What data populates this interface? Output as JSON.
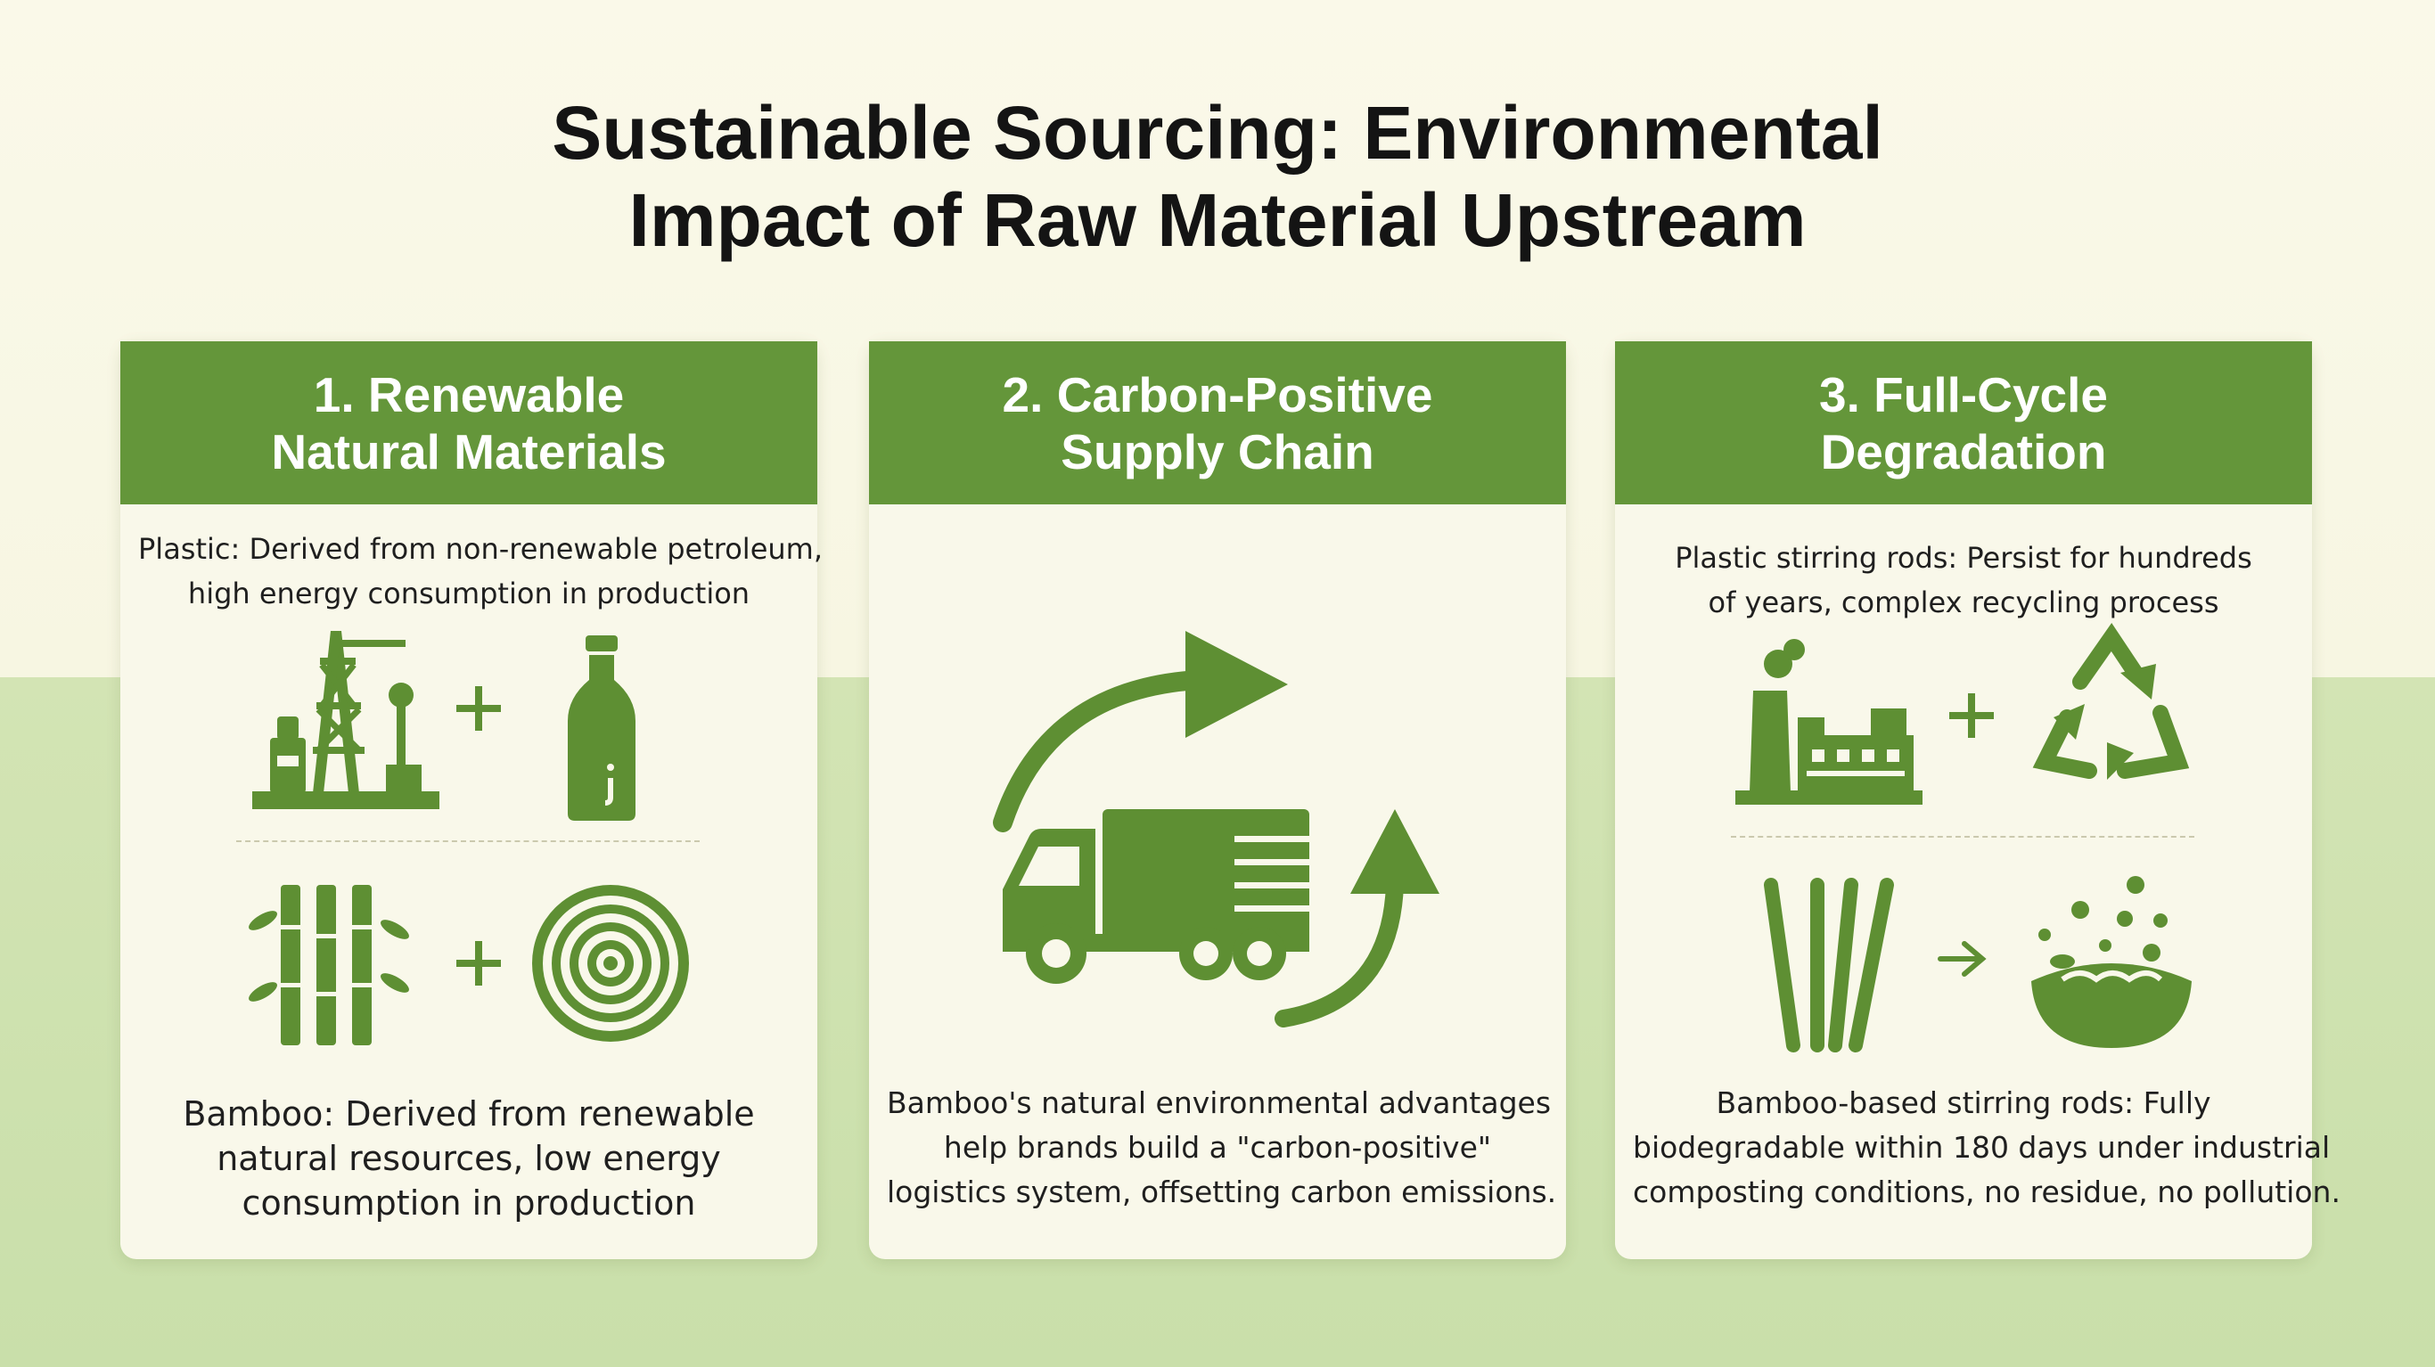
{
  "title": {
    "line1": "Sustainable Sourcing: Environmental",
    "line2": "Impact of Raw Material Upstream"
  },
  "colors": {
    "header_green": "#64963a",
    "icon_green": "#5e8f33",
    "card_bg": "#f9f8ea",
    "background_top": "#faf9e9",
    "background_bottom": "#cfe2ae"
  },
  "cards": [
    {
      "heading_line1": "1. Renewable",
      "heading_line2": "Natural Materials",
      "top_line1": "Plastic: Derived from non-renewable petroleum,",
      "top_line2": "high energy consumption in production",
      "icons_top": [
        "oil-rig-icon",
        "plus-icon",
        "plastic-bottle-icon"
      ],
      "icons_bottom": [
        "bamboo-icon",
        "plus-icon",
        "wood-rings-icon"
      ],
      "bottom_line1": "Bamboo: Derived from renewable",
      "bottom_line2": "natural resources, low energy",
      "bottom_line3": "consumption in production"
    },
    {
      "heading_line1": "2. Carbon-Positive",
      "heading_line2": "Supply Chain",
      "icons": [
        "curved-arrow-icon",
        "delivery-truck-icon",
        "upward-arrow-icon"
      ],
      "bottom_line1": "Bamboo's natural environmental advantages",
      "bottom_line2": "help brands build a \"carbon-positive\"",
      "bottom_line3": "logistics system, offsetting carbon emissions."
    },
    {
      "heading_line1": "3. Full-Cycle",
      "heading_line2": "Degradation",
      "top_line1": "Plastic stirring rods: Persist for hundreds",
      "top_line2": "of years, complex recycling process",
      "icons_top": [
        "factory-icon",
        "plus-icon",
        "recycle-icon"
      ],
      "icons_bottom": [
        "stirring-rods-icon",
        "arrow-right-icon",
        "compost-bowl-icon"
      ],
      "bottom_line1": "Bamboo-based stirring rods: Fully",
      "bottom_line2": "biodegradable within 180 days under industrial",
      "bottom_line3": "composting conditions, no residue, no pollution."
    }
  ]
}
